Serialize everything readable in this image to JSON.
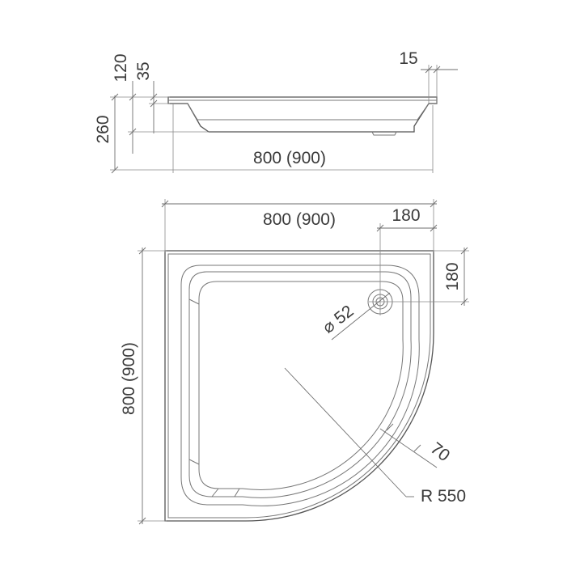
{
  "drawing": {
    "line_color": "#555555",
    "side_view": {
      "height_total": "260",
      "height_rim": "120",
      "height_step": "35",
      "width": "800 (900)",
      "rim_width": "15"
    },
    "top_view": {
      "width": "800 (900)",
      "depth": "800 (900)",
      "drain_offset_x": "180",
      "drain_offset_y": "180",
      "drain_diameter": "⌀ 52",
      "border_width": "70",
      "radius": "R 550"
    }
  }
}
